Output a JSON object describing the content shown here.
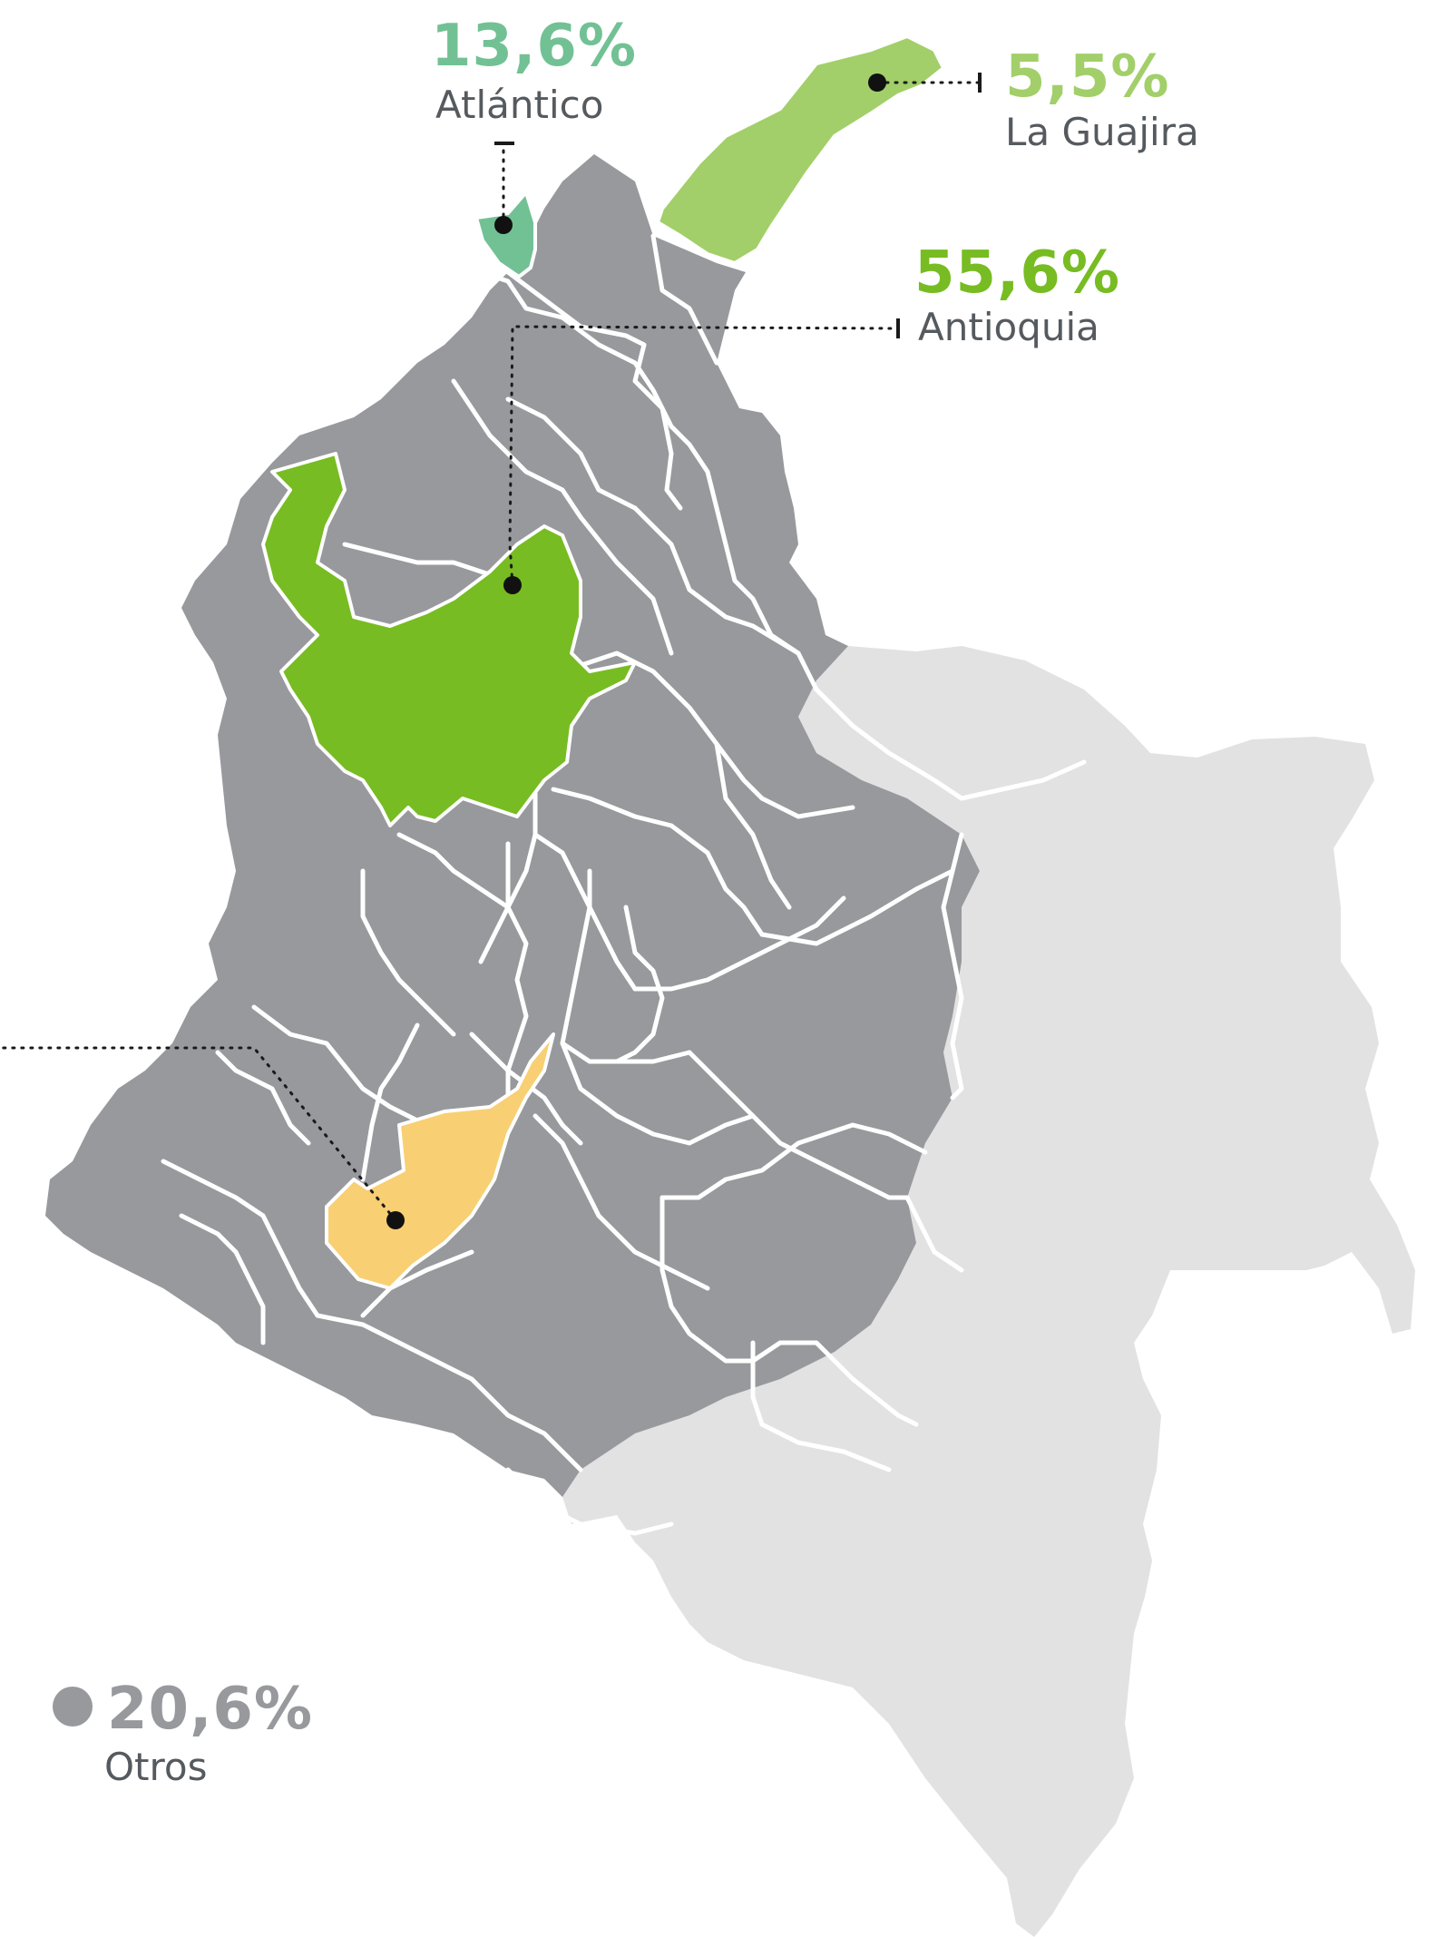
{
  "colors": {
    "other_departments": "#97999d",
    "outside_region": "#e2e2e3",
    "border": "#ffffff",
    "leader": "#1a1a1a"
  },
  "highlights": [
    {
      "name": "Atlántico",
      "percent": "13,6%",
      "color": "#72c195"
    },
    {
      "name": "La Guajira",
      "percent": "5,5%",
      "color": "#a2cf69"
    },
    {
      "name": "Antioquia",
      "percent": "55,6%",
      "color": "#77bc22"
    },
    {
      "name": "",
      "percent": "",
      "color": "#f8cf73"
    }
  ],
  "others": {
    "name": "Otros",
    "percent": "20,6%",
    "color": "#97999d"
  }
}
